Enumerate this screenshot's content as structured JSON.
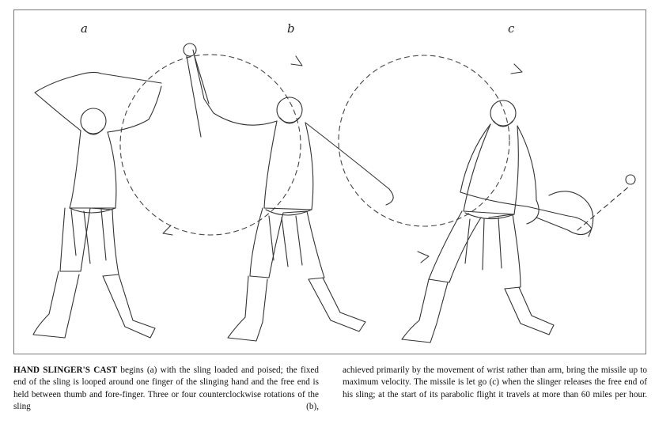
{
  "figure": {
    "panel_labels": [
      "a",
      "b",
      "c"
    ]
  },
  "caption": {
    "lead": "HAND SLINGER'S CAST",
    "left_text": " begins (a) with the sling loaded and poised; the fixed end of the sling is looped around one finger of the slinging hand and the free end is held between thumb and fore-finger. Three or four counterclockwise rotations of the sling (b),",
    "right_text": "achieved primarily by the movement of wrist rather than arm, bring the missile up to maximum velocity. The missile is let go (c) when the slinger releases the free end of his sling; at the start of its parabolic flight it travels at more than 60 miles per hour."
  }
}
